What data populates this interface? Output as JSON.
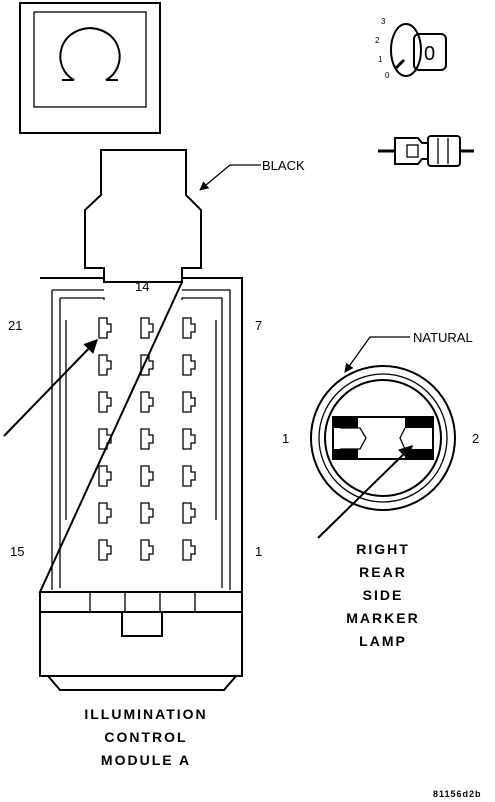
{
  "labels": {
    "wire_color_module": "BLACK",
    "wire_color_lamp": "NATURAL",
    "cavity_14": "14",
    "cavity_21": "21",
    "cavity_7": "7",
    "cavity_15": "15",
    "cavity_1_module": "1",
    "lamp_pin_1": "1",
    "lamp_pin_2": "2",
    "key_pos_3": "3",
    "key_pos_2": "2",
    "key_pos_1": "1",
    "key_pos_0": "0",
    "key_face": "0",
    "image_code": "81156d2b"
  },
  "module_title": [
    "ILLUMINATION",
    "CONTROL",
    "MODULE A"
  ],
  "lamp_title": [
    "RIGHT",
    "REAR",
    "SIDE",
    "MARKER",
    "LAMP"
  ],
  "icons": {
    "ohmmeter": "omega-icon",
    "ignition": "ignition-key-icon",
    "connector": "connector-icon"
  }
}
